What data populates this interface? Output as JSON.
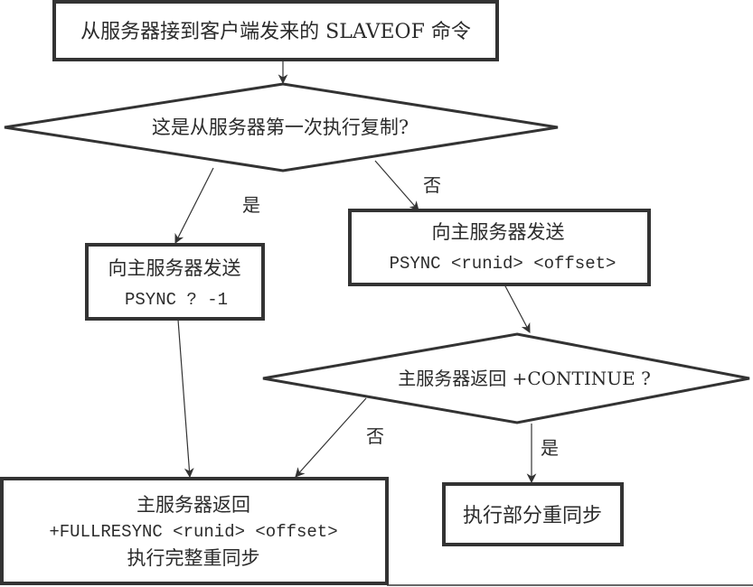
{
  "diagram": {
    "nodes": {
      "start": {
        "lines": [
          "从服务器接到客户端发来的 SLAVEOF 命令"
        ]
      },
      "first_replication": {
        "lines": [
          "这是从服务器第一次执行复制?"
        ]
      },
      "send_psync_full": {
        "lines": [
          "向主服务器发送",
          "PSYNC ? -1"
        ]
      },
      "send_psync_partial": {
        "lines": [
          "向主服务器发送",
          "PSYNC <runid> <offset>"
        ]
      },
      "continue_check": {
        "lines": [
          "主服务器返回 +CONTINUE ?"
        ]
      },
      "full_resync": {
        "lines": [
          "主服务器返回",
          "+FULLRESYNC <runid> <offset>",
          "执行完整重同步"
        ]
      },
      "partial_resync": {
        "lines": [
          "执行部分重同步"
        ]
      }
    },
    "edges": [
      {
        "from": "start",
        "to": "first_replication",
        "label": ""
      },
      {
        "from": "first_replication",
        "to": "send_psync_full",
        "label": "是"
      },
      {
        "from": "first_replication",
        "to": "send_psync_partial",
        "label": "否"
      },
      {
        "from": "send_psync_full",
        "to": "full_resync",
        "label": ""
      },
      {
        "from": "send_psync_partial",
        "to": "continue_check",
        "label": ""
      },
      {
        "from": "continue_check",
        "to": "full_resync",
        "label": "否"
      },
      {
        "from": "continue_check",
        "to": "partial_resync",
        "label": "是"
      }
    ]
  }
}
